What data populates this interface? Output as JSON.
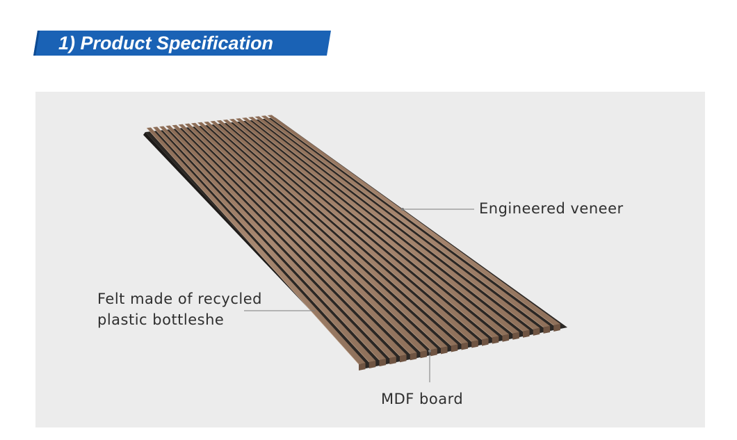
{
  "header": {
    "title": "1) Product Specification",
    "accent_color": "#1a62b5"
  },
  "diagram": {
    "background_color": "#ececec",
    "product": "wood slat acoustic panel",
    "slat_color": "#9c7c64",
    "felt_color": "#2b2724",
    "callouts": {
      "veneer": "Engineered veneer",
      "felt_line1": "Felt made of recycled",
      "felt_line2": "plastic bottleshe",
      "mdf": "MDF board"
    }
  }
}
